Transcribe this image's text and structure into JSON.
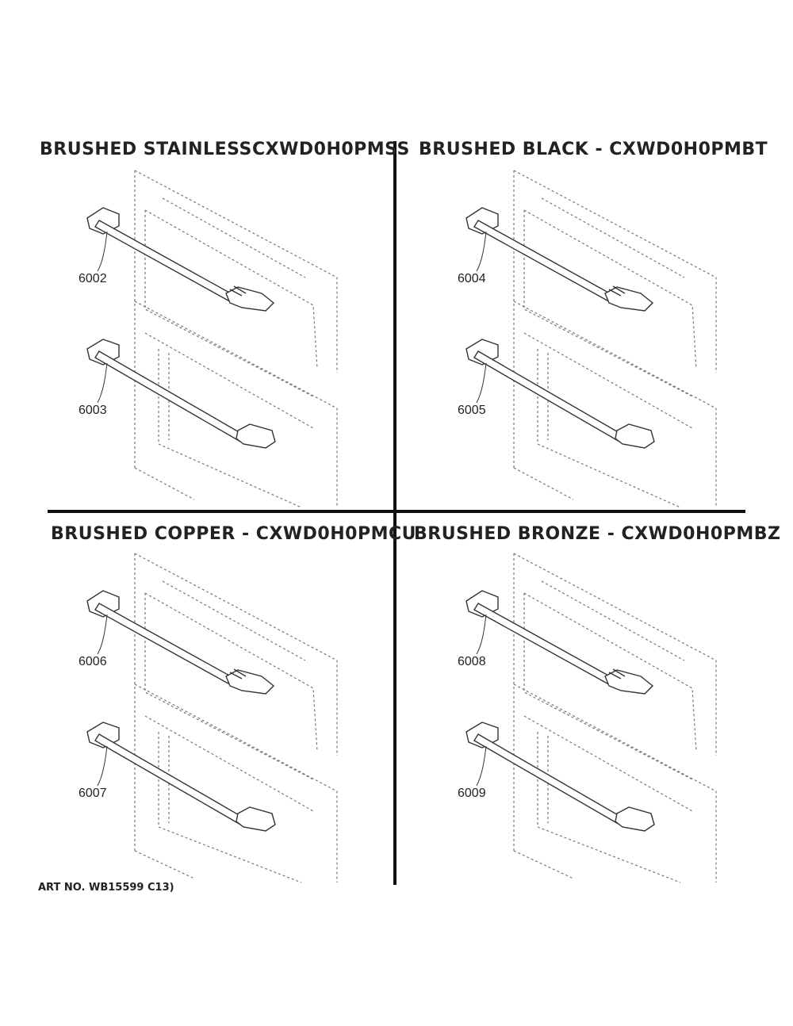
{
  "quadrants": [
    {
      "title": "BRUSHED STAINLESS",
      "model": "CXWD0H0PMSS",
      "parts": [
        "6002",
        "6003"
      ]
    },
    {
      "title": "BRUSHED BLACK",
      "model": "CXWD0H0PMBT",
      "parts": [
        "6004",
        "6005"
      ]
    },
    {
      "title": "BRUSHED COPPER",
      "model": "CXWD0H0PMCU",
      "parts": [
        "6006",
        "6007"
      ]
    },
    {
      "title": "BRUSHED BRONZE",
      "model": "CXWD0H0PMBZ",
      "parts": [
        "6008",
        "6009"
      ]
    }
  ],
  "headings": {
    "q1_title": "BRUSHED STAINLESS",
    "q1_model": "CXWD0H0PMSS",
    "q2_title": "BRUSHED BLACK - CXWD0H0PMBT",
    "q3_title": "BRUSHED COPPER - CXWD0H0PMCU",
    "q4_title": "BRUSHED BRONZE - CXWD0H0PMBZ"
  },
  "footer": {
    "art_no": "ART NO. WB15599 C13)"
  }
}
